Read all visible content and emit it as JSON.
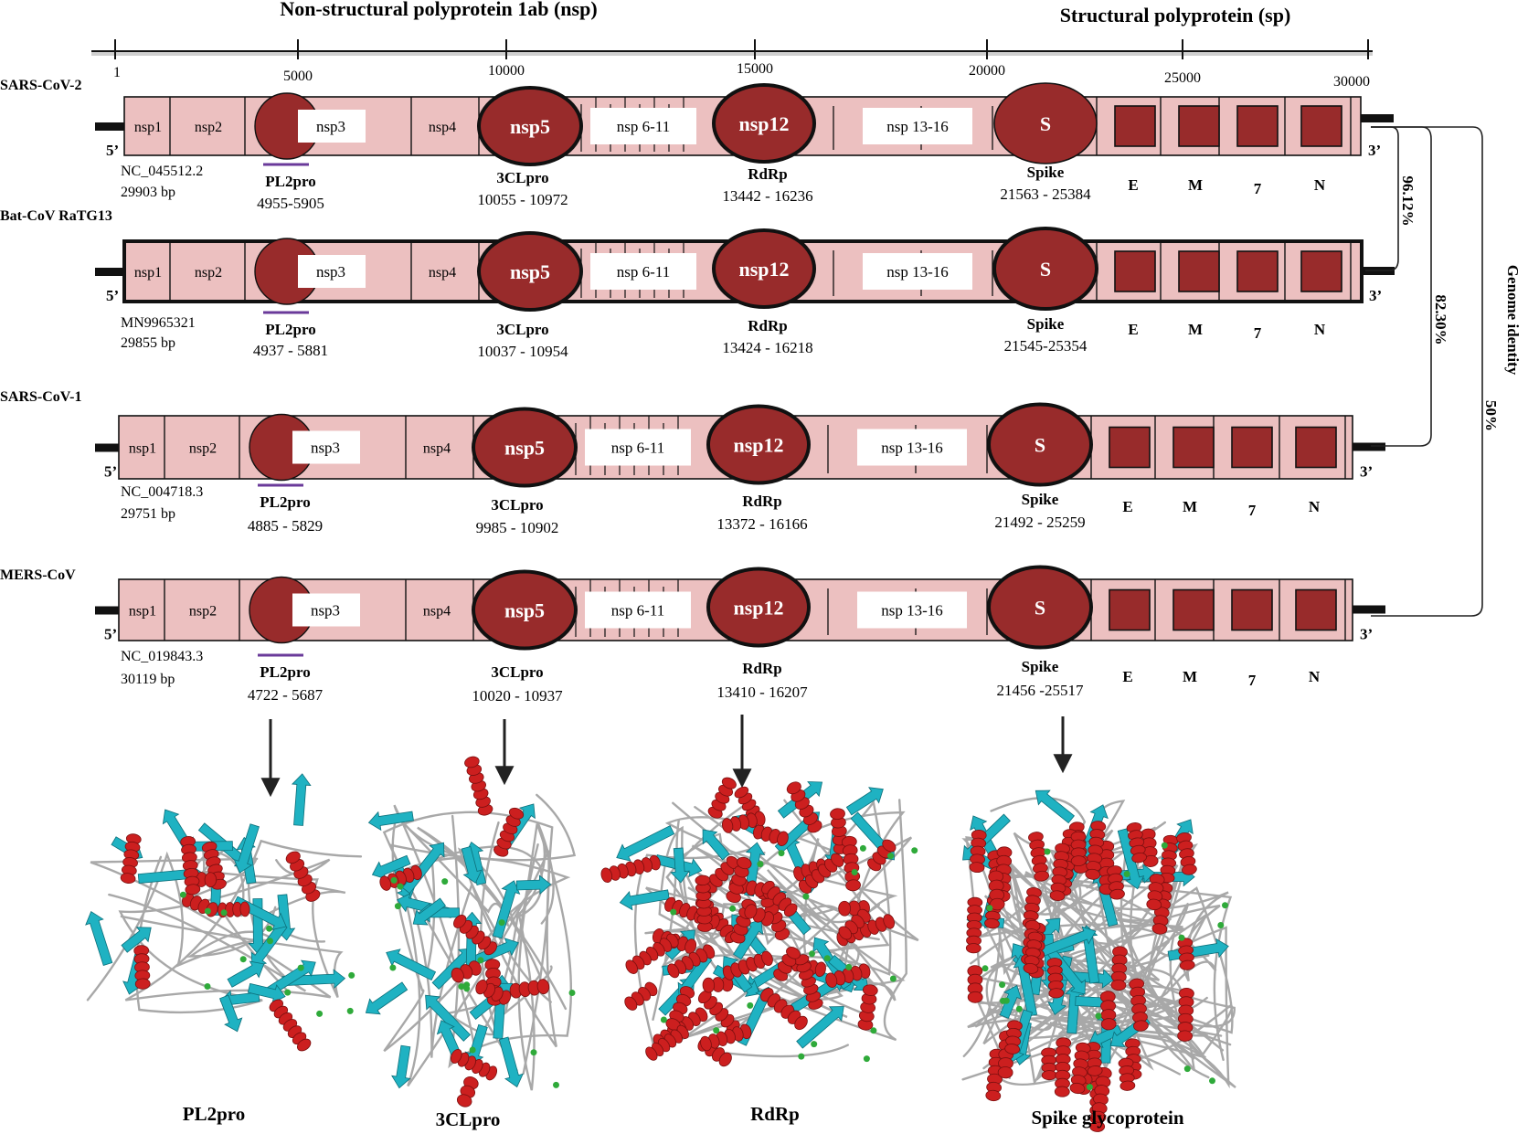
{
  "header": {
    "nsp_title": "Non-structural  polyprotein 1ab (nsp)",
    "sp_title": "Structural  polyprotein (sp)"
  },
  "ruler": {
    "ticks": [
      "1",
      "5000",
      "10000",
      "15000",
      "20000",
      "25000",
      "30000"
    ]
  },
  "genomes": [
    {
      "name": "SARS-CoV-2",
      "accession": "NC_045512.2",
      "length": "29903 bp",
      "segments": {
        "nsp1": "nsp1",
        "nsp2": "nsp2",
        "nsp3": "nsp3",
        "nsp4": "nsp4",
        "nsp5": "nsp5",
        "nsp6_11": "nsp 6-11",
        "nsp12": "nsp12",
        "nsp13_16": "nsp 13-16",
        "s": "S"
      },
      "proteins": {
        "pl2pro": {
          "label": "PL2pro",
          "range": "4955-5905"
        },
        "clpro": {
          "label": "3CLpro",
          "range": "10055 - 10972"
        },
        "rdrp": {
          "label": "RdRp",
          "range": "13442 - 16236"
        },
        "spike": {
          "label": "Spike",
          "range": "21563 - 25384"
        }
      },
      "structural": [
        "E",
        "M",
        "7",
        "N"
      ]
    },
    {
      "name": "Bat-CoV RaTG13",
      "accession": "MN9965321",
      "length": "29855  bp",
      "segments": {
        "nsp1": "nsp1",
        "nsp2": "nsp2",
        "nsp3": "nsp3",
        "nsp4": "nsp4",
        "nsp5": "nsp5",
        "nsp6_11": "nsp 6-11",
        "nsp12": "nsp12",
        "nsp13_16": "nsp 13-16",
        "s": "S"
      },
      "proteins": {
        "pl2pro": {
          "label": "PL2pro",
          "range": "4937 - 5881"
        },
        "clpro": {
          "label": "3CLpro",
          "range": "10037 - 10954"
        },
        "rdrp": {
          "label": "RdRp",
          "range": "13424 - 16218"
        },
        "spike": {
          "label": "Spike",
          "range": "21545-25354"
        }
      },
      "structural": [
        "E",
        "M",
        "7",
        "N"
      ]
    },
    {
      "name": "SARS-CoV-1",
      "accession": "NC_004718.3",
      "length": "29751 bp",
      "segments": {
        "nsp1": "nsp1",
        "nsp2": "nsp2",
        "nsp3": "nsp3",
        "nsp4": "nsp4",
        "nsp5": "nsp5",
        "nsp6_11": "nsp 6-11",
        "nsp12": "nsp12",
        "nsp13_16": "nsp 13-16",
        "s": "S"
      },
      "proteins": {
        "pl2pro": {
          "label": "PL2pro",
          "range": "4885 - 5829"
        },
        "clpro": {
          "label": "3CLpro",
          "range": "9985 - 10902"
        },
        "rdrp": {
          "label": "RdRp",
          "range": "13372 - 16166"
        },
        "spike": {
          "label": "Spike",
          "range": "21492 - 25259"
        }
      },
      "structural": [
        "E",
        "M",
        "7",
        "N"
      ]
    },
    {
      "name": "MERS-CoV",
      "accession": "NC_019843.3",
      "length": "30119  bp",
      "segments": {
        "nsp1": "nsp1",
        "nsp2": "nsp2",
        "nsp3": "nsp3",
        "nsp4": "nsp4",
        "nsp5": "nsp5",
        "nsp6_11": "nsp 6-11",
        "nsp12": "nsp12",
        "nsp13_16": "nsp 13-16",
        "s": "S"
      },
      "proteins": {
        "pl2pro": {
          "label": "PL2pro",
          "range": "4722 - 5687"
        },
        "clpro": {
          "label": "3CLpro",
          "range": "10020 - 10937"
        },
        "rdrp": {
          "label": "RdRp",
          "range": "13410 - 16207"
        },
        "spike": {
          "label": "Spike",
          "range": "21456 -25517"
        }
      },
      "structural": [
        "E",
        "M",
        "7",
        "N"
      ]
    }
  ],
  "ends": {
    "five_prime": "5’",
    "three_prime": "3’"
  },
  "identity": {
    "bat": "96.12%",
    "sars1": "82.30%",
    "mers": "50%",
    "title": "Genome  identity"
  },
  "structures": [
    {
      "caption": "PL2pro"
    },
    {
      "caption": "3CLpro"
    },
    {
      "caption": "RdRp"
    },
    {
      "caption": "Spike glycoprotein"
    }
  ],
  "colors": {
    "bar_fill": "#ecc0c0",
    "oval_fill": "#982b2b",
    "helix": "#cc1f1f",
    "strand": "#1fb2c2",
    "coil": "#a8a8a8",
    "turn": "#2faa3a",
    "pl_line": "#6a3a9a"
  }
}
